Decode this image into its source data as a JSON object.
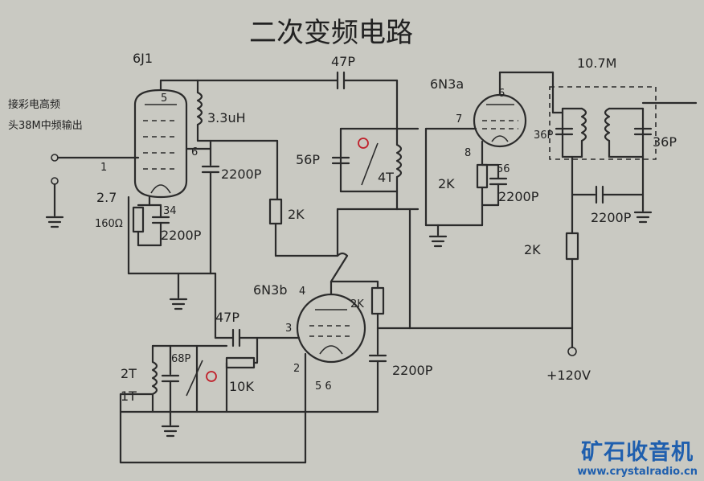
{
  "diagram": {
    "title": "二次变频电路",
    "labels": {
      "tube_6j1": "6J1",
      "tube_6n3a": "6N3a",
      "tube_6n3b": "6N3b",
      "input_note_line1": "接彩电高频",
      "input_note_line2": "头38M中频输出",
      "pin_1": "1",
      "pin_5_6j1": "5",
      "pin_6_6j1": "6",
      "pin_34": "34",
      "inductor_33uh": "3.3uH",
      "cap_47p_top": "47P",
      "cap_2200_6j1": "2200P",
      "res_27": "2.7",
      "res_160": "160Ω",
      "cap_2200_cath": "2200P",
      "cap_56p": "56P",
      "coil_4t": "4T",
      "res_2k_mid": "2K",
      "pin_7": "7",
      "pin_6_6n3a": "6",
      "pin_8": "8",
      "pin_56_a": "56",
      "res_2k_a": "2K",
      "cap_2200_a": "2200P",
      "freq_107": "10.7M",
      "cap_36p_left": "36P",
      "cap_36p_right": "36P",
      "cap_2200_right": "2200P",
      "res_2k_right": "2K",
      "supply": "+120V",
      "pin_4": "4",
      "res_2k_b": "2K",
      "cap_47p_b": "47P",
      "pin_3": "3",
      "cap_68p": "68P",
      "coil_2t": "2T",
      "coil_1t": "1T",
      "res_10k": "10K",
      "pin_2": "2",
      "pin_56_b": "5 6",
      "cap_2200_b": "2200P"
    }
  },
  "watermark": {
    "name": "矿石收音机",
    "url": "www.crystalradio.cn",
    "color": "#1f5fae"
  }
}
